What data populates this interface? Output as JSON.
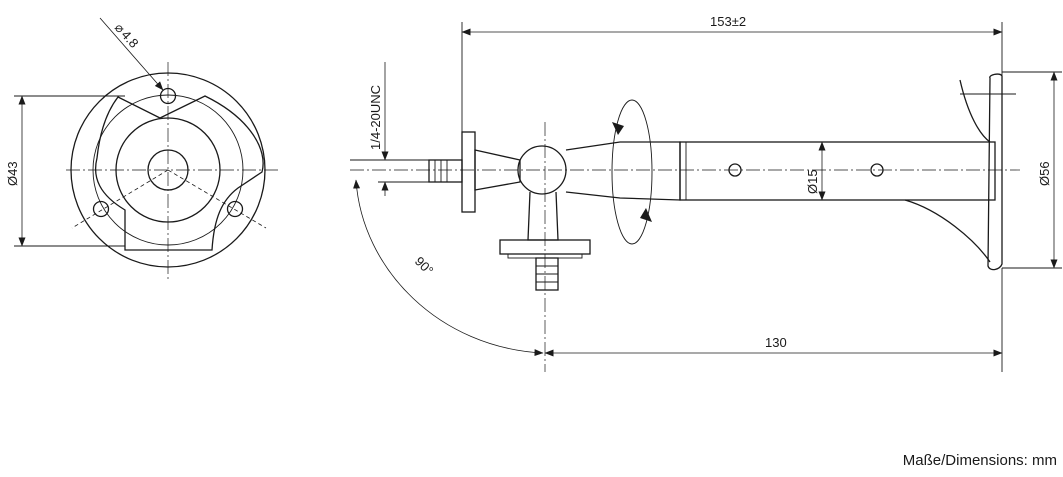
{
  "dimensions": {
    "hole_diameter": "4.8",
    "base_diameter": "Ø43",
    "thread": "1/4-20UNC",
    "overall_length": "153±2",
    "tube_diameter": "Ø15",
    "flange_diameter": "Ø56",
    "reach_length": "130",
    "tilt_angle": "90°"
  },
  "footer": {
    "units_note": "Maße/Dimensions: mm"
  }
}
